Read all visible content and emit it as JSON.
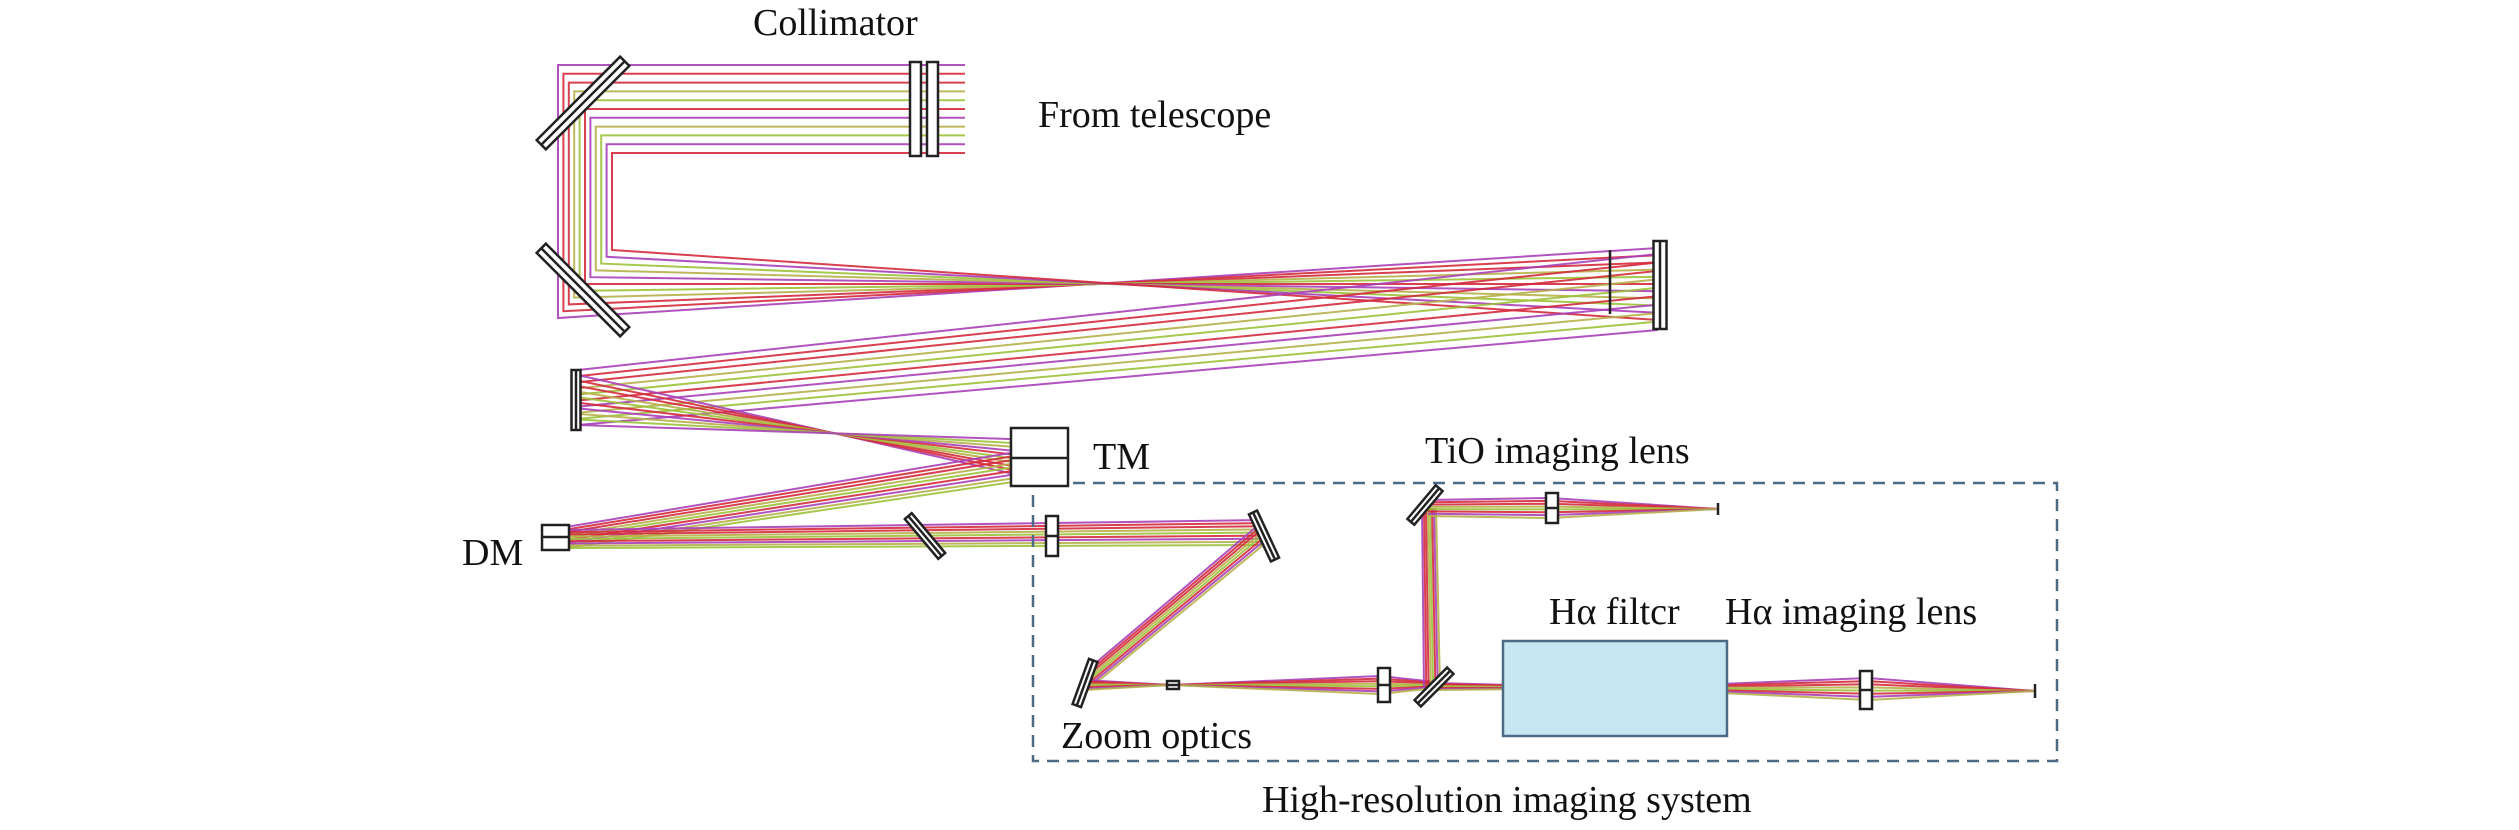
{
  "labels": {
    "collimator": "Collimator",
    "from_telescope": "From telescope",
    "tm": "TM",
    "dm": "DM",
    "tio_lens": "TiO imaging lens",
    "ha_filter": "Hα filtcr",
    "ha_lens": "Hα imaging lens",
    "zoom_optics": "Zoom optics",
    "system": "High-resolution imaging system"
  },
  "colors": {
    "ray_red": "#d42a3c",
    "ray_magenta": "#a840b8",
    "ray_green": "#9cc23a",
    "ray_olive": "#b6b04a",
    "filter_fill": "#c6e7f1",
    "box_stroke": "#4a6a86",
    "optic_stroke": "#222222"
  }
}
